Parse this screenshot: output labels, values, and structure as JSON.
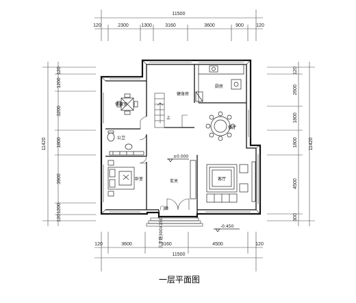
{
  "caption": "一层平面图",
  "rooms": {
    "storage": "储藏室",
    "fitness": "健身房",
    "kitchen": "厨房",
    "dining": "餐厅",
    "bathroom": "公卫",
    "bedroom": "卧室",
    "foyer": "玄关",
    "living": "客厅",
    "entry_door": "门廊"
  },
  "annotations": {
    "floor_level": "±0.000",
    "outdoor_level": "-0.450",
    "step_note": "三步踏300X150",
    "stair_up": "上"
  },
  "dimensions": {
    "top_total": "11500",
    "top_segments": [
      "120",
      "2300",
      "1300",
      "3160",
      "3600",
      "900",
      "120"
    ],
    "bottom_total": "11500",
    "bottom_segments": [
      "120",
      "3600",
      "3160",
      "4500",
      "120"
    ],
    "left_total": "11420",
    "left_segments": [
      "120",
      "1200",
      "3200",
      "1800",
      "3900",
      "1200",
      "120"
    ],
    "right_total": "11420",
    "right_segments": [
      "120",
      "2600",
      "1800",
      "1800",
      "4500",
      "300"
    ]
  },
  "colors": {
    "line": "#111111",
    "background": "#ffffff"
  }
}
